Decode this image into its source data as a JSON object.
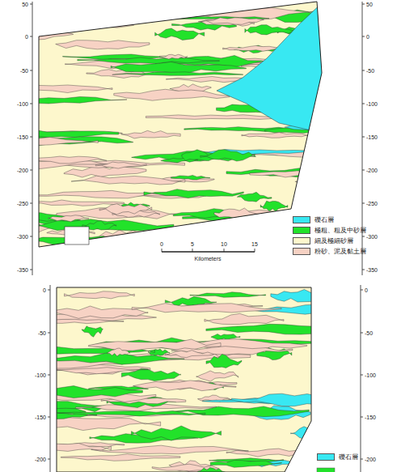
{
  "diagram": {
    "labels": [
      "50",
      "0",
      "-50",
      "-100",
      "-150",
      "-200",
      "-250",
      "-300",
      "-350",
      "50",
      "0",
      "-50",
      "-100",
      "-150",
      "-200",
      "-250",
      "-300",
      "-350",
      "0",
      "5",
      "10",
      "15",
      "Kilometers",
      "0",
      "-50",
      "-100",
      "-150",
      "-200",
      "0",
      "-50",
      "-100",
      "-150",
      "-200"
    ],
    "legend": [
      {
        "text": "礫石層",
        "color": "#38e8f2"
      },
      {
        "text": "極粗、粗及中砂層",
        "color": "#22e22a"
      },
      {
        "text": "細及極細砂層",
        "color": "#fdf7cc"
      },
      {
        "text": "粉砂、泥及黏土層",
        "color": "#f7d2c4"
      },
      {
        "text": "礫石層",
        "color": "#38e8f2"
      }
    ]
  }
}
